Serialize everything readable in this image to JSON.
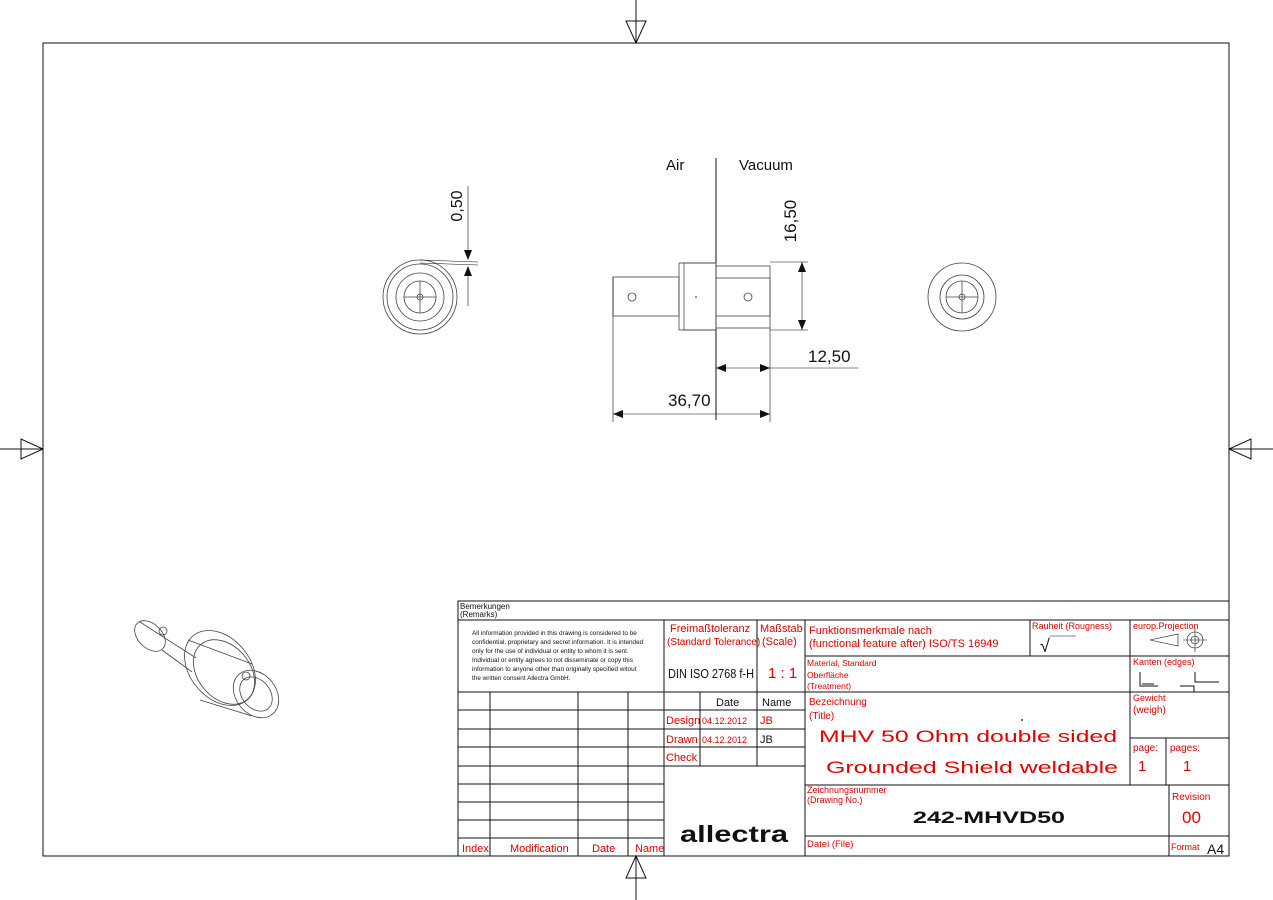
{
  "drawing": {
    "labels": {
      "air": "Air",
      "vacuum": "Vacuum"
    },
    "dimensions": {
      "wall": "0,50",
      "height": "16,50",
      "flange": "12,50",
      "length": "36,70"
    }
  },
  "title_block": {
    "remarks_label": "Bemerkungen",
    "remarks_label_en": "(Remarks)",
    "confidential": [
      "All information provided in this drawing is considered to be",
      "confidential, proprietary and secret information. It is intended",
      "only for the use of individual or entity to whom it is sent.",
      "Individual or entity agrees to not disseminate or copy this",
      "information to anyone other than originally specified witout",
      "the written consent Allectra GmbH."
    ],
    "tolerance_label": "Freimaßtoleranz",
    "tolerance_label_en": "(Standard Tolerance)",
    "tolerance_value": "DIN ISO 2768 f-H",
    "scale_label": "Maßstab",
    "scale_label_en": "(Scale)",
    "scale_value": "1 : 1",
    "functional_label": "Funktionsmerkmale nach",
    "functional_label_en": "(functional feature after)  ISO/TS 16949",
    "roughness_label": "Rauheit  (Rougness)",
    "roughness_symbol": "√",
    "projection_label": "europ.Projection",
    "material_label": "Material, Standard",
    "surface_label": "Oberfläche",
    "treatment_label": "(Treatment)",
    "edges_label": "Kanten (edges)",
    "weight_label": "Gewicht",
    "weight_label_en": "(weigh)",
    "date_header": "Date",
    "name_header": "Name",
    "design_label": "Design",
    "design_date": "04.12.2012",
    "design_name": "JB",
    "drawn_label": "Drawn",
    "drawn_date": "04.12.2012",
    "drawn_name": "JB",
    "check_label": "Check",
    "title_label": "Bezeichnung",
    "title_label_en": "(Title)",
    "title_line1": "MHV 50 Ohm double sided",
    "title_line2": "Grounded Shield weldable",
    "page_label": "page:",
    "page_value": "1",
    "pages_label": "pages:",
    "pages_value": "1",
    "drawing_no_label": "Zeichnungsnummer",
    "drawing_no_label_en": "(Drawing No.)",
    "drawing_no": "242-MHVD50",
    "revision_label": "Revision",
    "revision_value": "00",
    "file_label": "Datei (File)",
    "format_label": "Format",
    "format_value": "A4",
    "logo_text": "allectra",
    "index_header": "Index",
    "modification_header": "Modification",
    "rev_date_header": "Date",
    "rev_name_header": "Name"
  },
  "colors": {
    "accent": "#e00000",
    "line": "#111111"
  }
}
